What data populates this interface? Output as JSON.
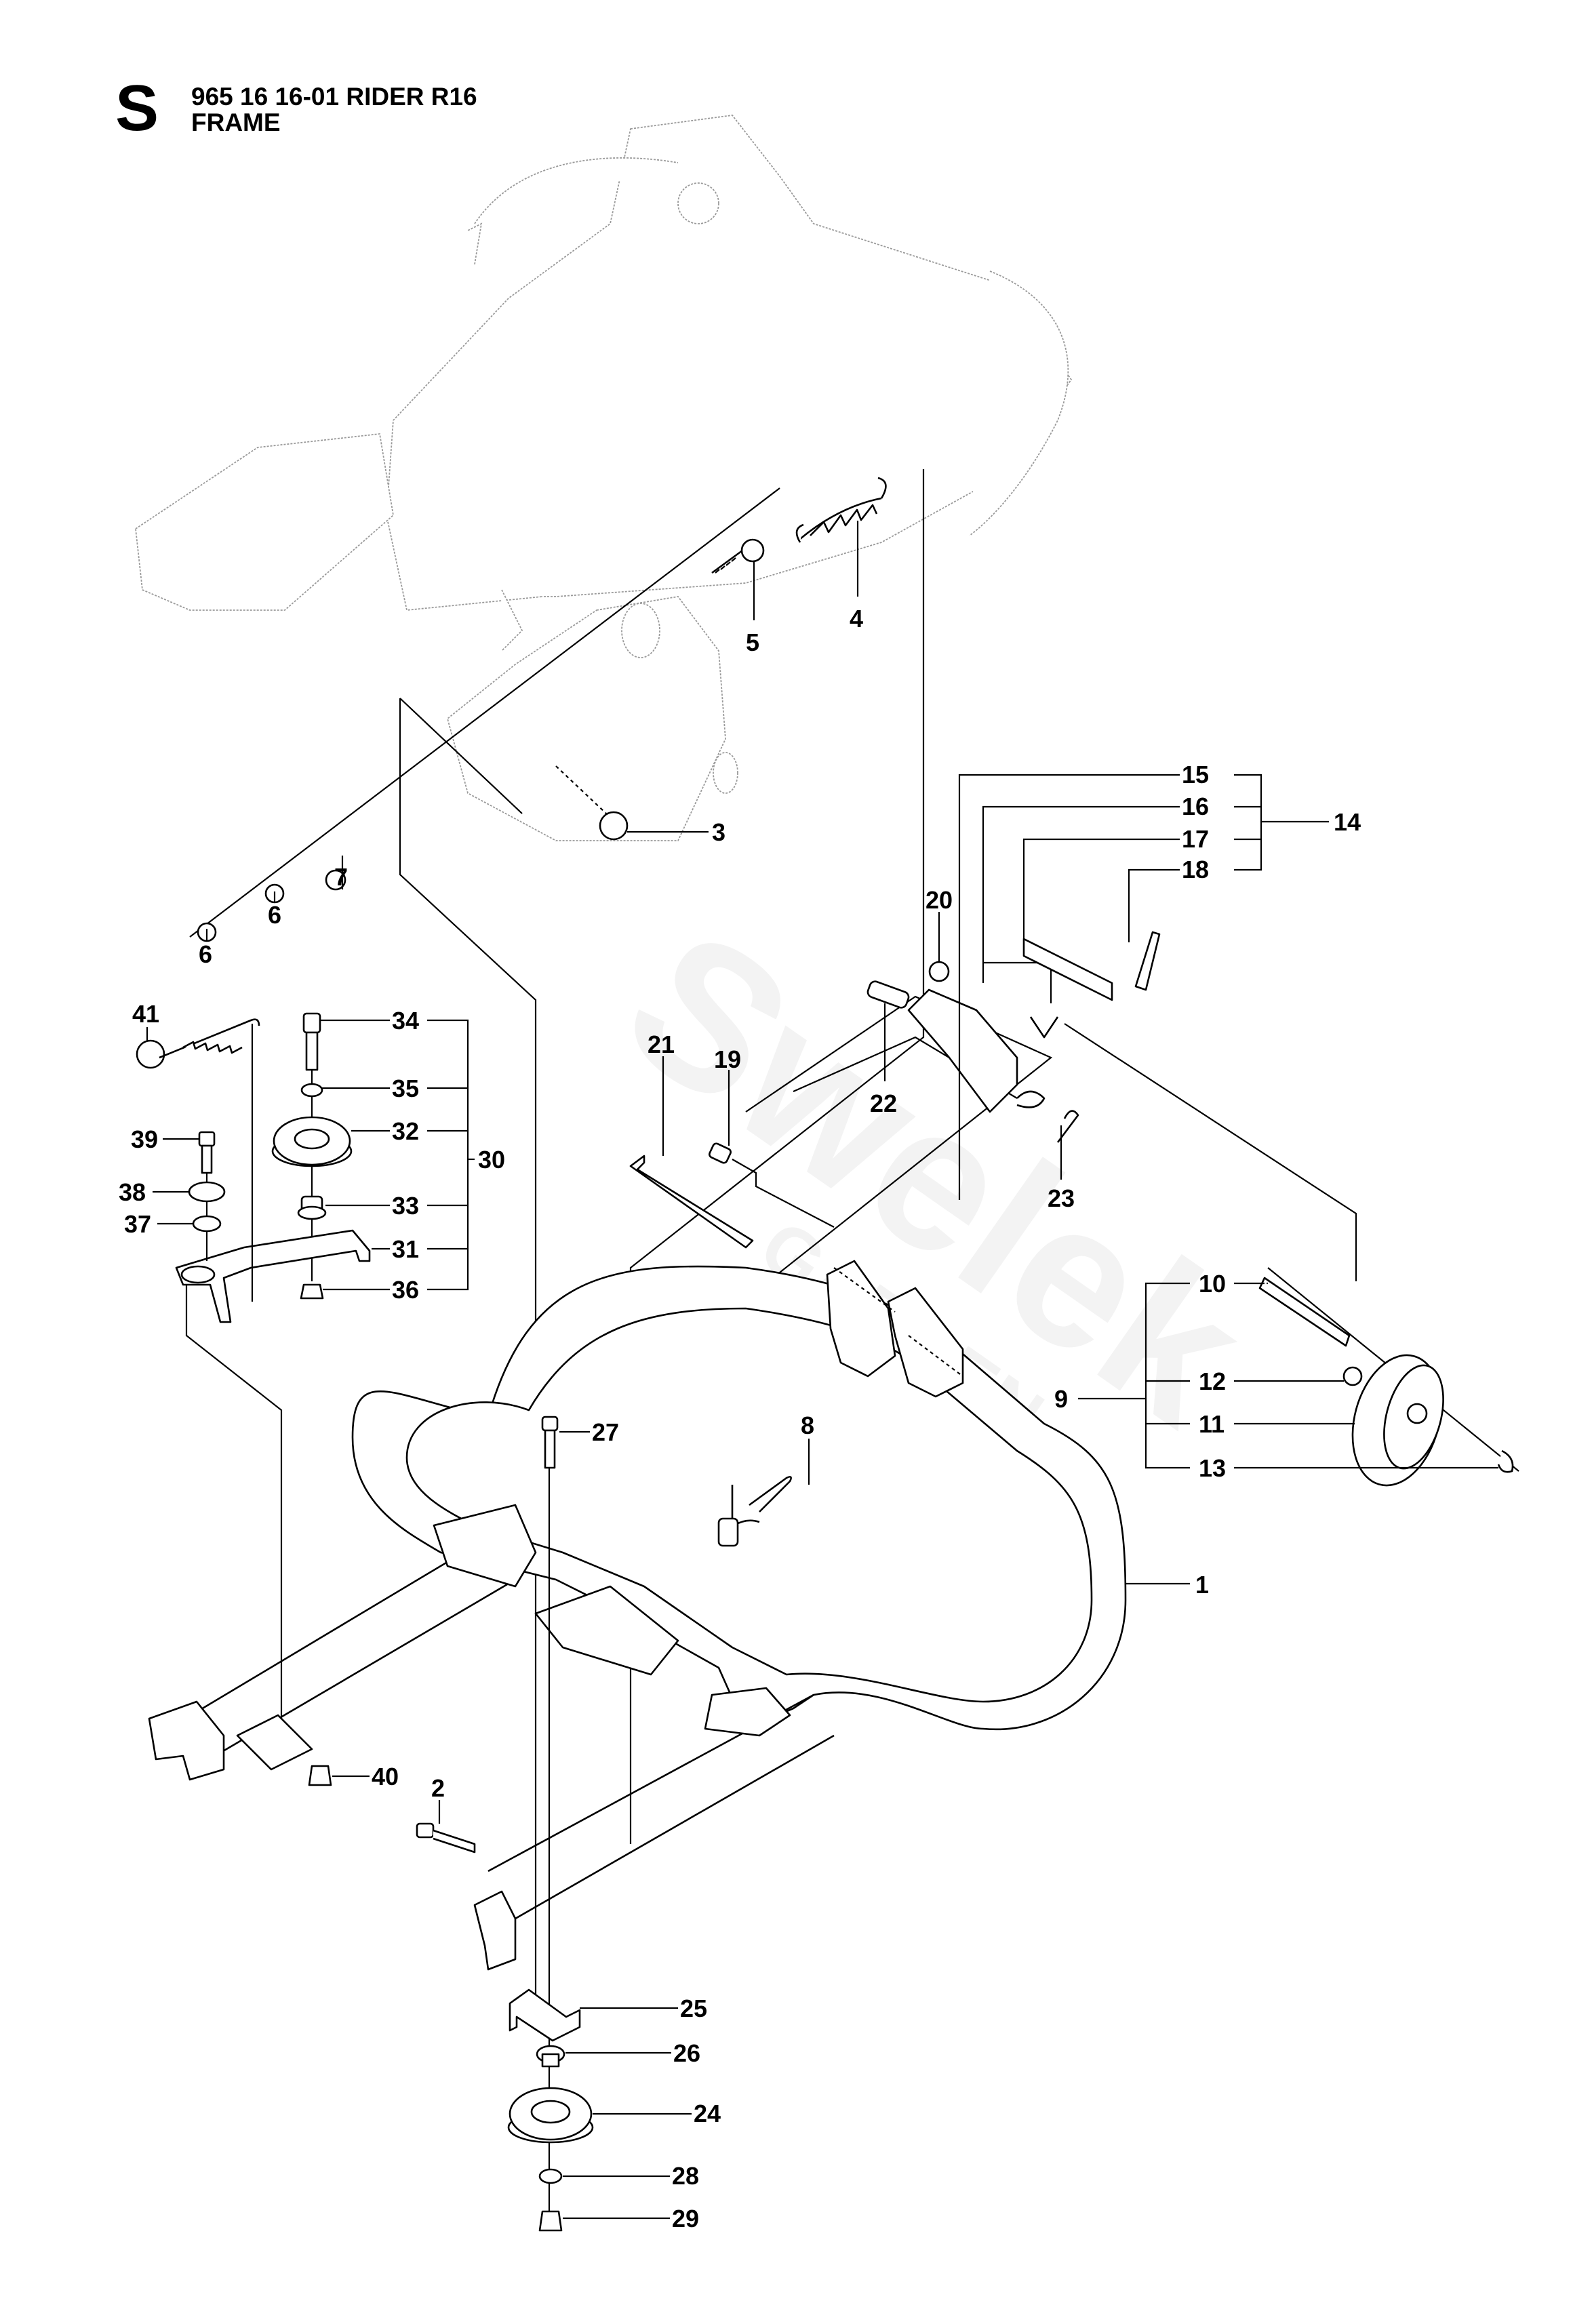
{
  "header": {
    "section_letter": "S",
    "model_line": "965 16 16-01 RIDER R16",
    "section_title": "FRAME"
  },
  "watermark": {
    "brand": "Swelek",
    "sub": "GARDEN"
  },
  "callouts": {
    "p1": "1",
    "p2": "2",
    "p3": "3",
    "p4": "4",
    "p5": "5",
    "p6a": "6",
    "p6b": "6",
    "p7": "7",
    "p8": "8",
    "p9": "9",
    "p10": "10",
    "p11": "11",
    "p12": "12",
    "p13": "13",
    "p14": "14",
    "p15": "15",
    "p16": "16",
    "p17": "17",
    "p18": "18",
    "p19": "19",
    "p20": "20",
    "p21": "21",
    "p22": "22",
    "p23": "23",
    "p24": "24",
    "p25": "25",
    "p26": "26",
    "p27": "27",
    "p28": "28",
    "p29": "29",
    "p30": "30",
    "p31": "31",
    "p32": "32",
    "p33": "33",
    "p34": "34",
    "p35": "35",
    "p36": "36",
    "p37": "37",
    "p38": "38",
    "p39": "39",
    "p40": "40",
    "p41": "41"
  },
  "groups": {
    "assembly_14": [
      "15",
      "16",
      "17",
      "18"
    ],
    "assembly_30": [
      "31",
      "32",
      "33",
      "34",
      "35",
      "36"
    ],
    "assembly_9": [
      "10",
      "11",
      "12",
      "13"
    ]
  }
}
